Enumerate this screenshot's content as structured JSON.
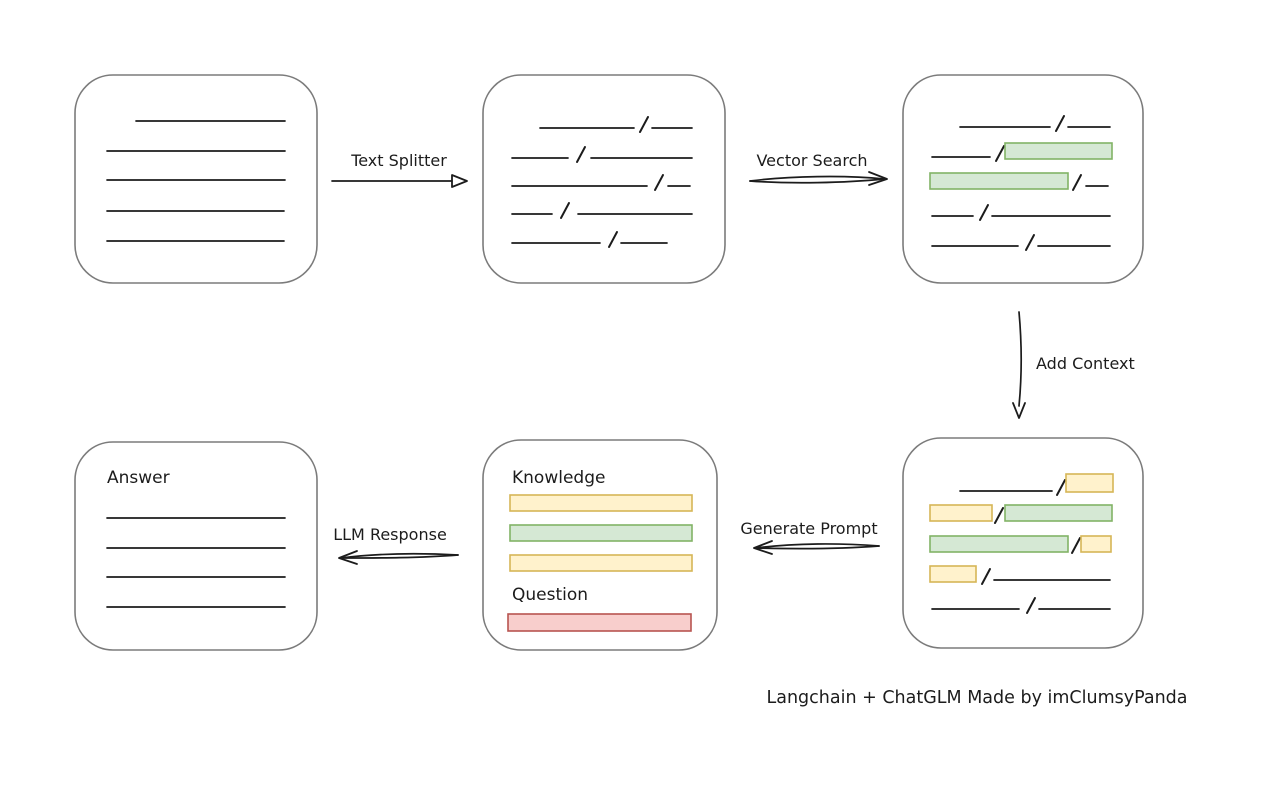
{
  "diagram": {
    "caption": "Langchain + ChatGLM Made by imClumsyPanda",
    "arrows": {
      "text_splitter": "Text Splitter",
      "vector_search": "Vector Search",
      "add_context": "Add Context",
      "generate_prompt": "Generate Prompt",
      "llm_response": "LLM Response"
    },
    "prompt_box": {
      "knowledge_label": "Knowledge",
      "question_label": "Question"
    },
    "answer_box": {
      "label": "Answer"
    },
    "colors": {
      "green_fill": "#d5e8d4",
      "green_border": "#82b366",
      "yellow_fill": "#fff2cc",
      "yellow_border": "#d6b656",
      "red_fill": "#f8cecc",
      "red_border": "#b85450",
      "box_border": "#7b7b7b",
      "ink": "#1c1c1c"
    }
  }
}
